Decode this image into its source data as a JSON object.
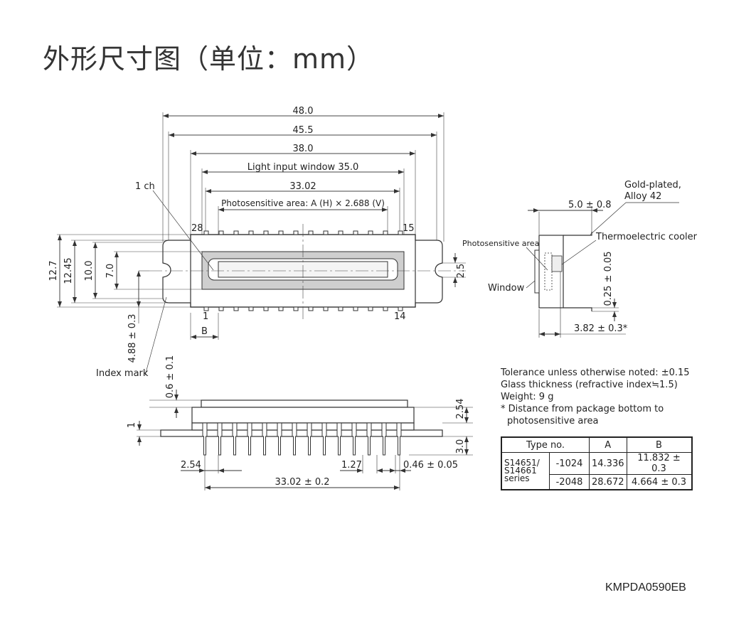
{
  "title": "外形尺寸图（单位：mm）",
  "drawing_code": "KMPDA0590EB",
  "front_view": {
    "dim_48": "48.0",
    "dim_45_5": "45.5",
    "dim_38": "38.0",
    "dim_window": "Light input window 35.0",
    "dim_33_02": "33.02",
    "dim_photosensitive": "Photosensitive area: A (H) × 2.688 (V)",
    "label_1ch": "1 ch",
    "pin_28": "28",
    "pin_15": "15",
    "pin_1": "1",
    "pin_14": "14",
    "dim_B": "B",
    "dim_12_7": "12.7",
    "dim_12_45": "12.45",
    "dim_10": "10.0",
    "dim_7": "7.0",
    "dim_4_88": "4.88 ± 0.3",
    "dim_2_5": "2.5",
    "index_mark": "Index mark"
  },
  "side_view": {
    "gold_plated": "Gold-plated,",
    "alloy": "Alloy 42",
    "dim_5": "5.0 ± 0.8",
    "thermo": "Thermoelectric cooler",
    "photosensitive_area": "Photosensitive area",
    "window": "Window",
    "dim_0_25": "0.25 ± 0.05",
    "dim_3_82": "3.82 ± 0.3*"
  },
  "bottom_view": {
    "dim_0_6": "0.6 ± 0.1",
    "dim_1": "1",
    "dim_2_54_right": "2.54",
    "dim_3_0": "3.0",
    "dim_2_54": "2.54",
    "dim_1_27": "1.27",
    "dim_0_46": "0.46 ± 0.05",
    "dim_33_02": "33.02 ± 0.2"
  },
  "notes": [
    "Tolerance unless otherwise noted: ±0.15",
    "Glass thickness (refractive index≒1.5)",
    "Weight: 9 g",
    "* Distance from package bottom to",
    "   photosensitive area"
  ],
  "type_table": {
    "headers": [
      "Type no.",
      "A",
      "B"
    ],
    "series": "S14651/\nS14661\nseries",
    "rows": [
      [
        "-1024",
        "14.336",
        "11.832 ± 0.3"
      ],
      [
        "-2048",
        "28.672",
        "4.664 ± 0.3"
      ]
    ]
  }
}
